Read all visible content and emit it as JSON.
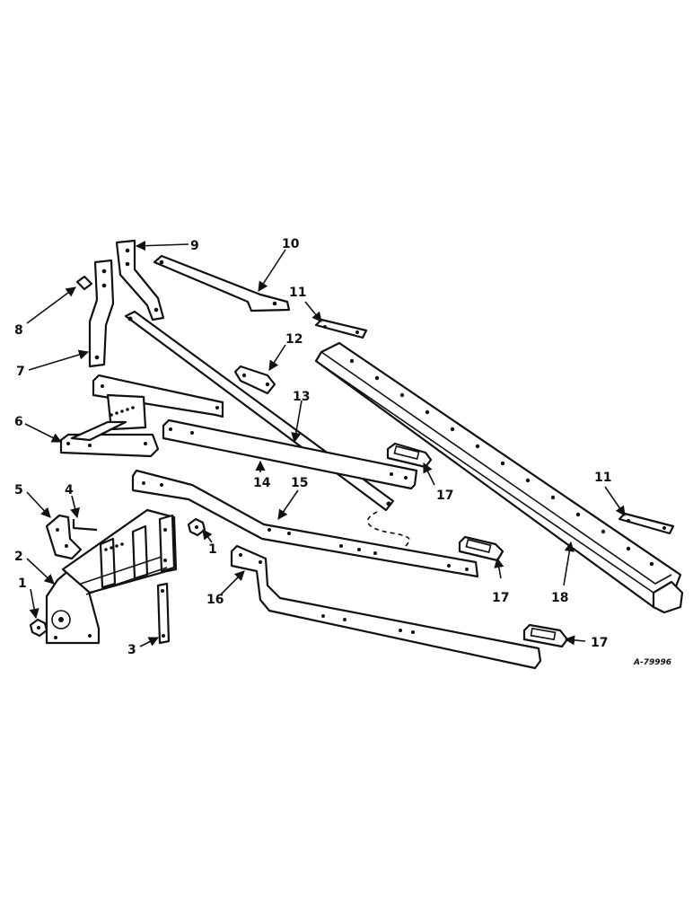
{
  "callouts": {
    "c1a": "1",
    "c1b": "1",
    "c2": "2",
    "c3": "3",
    "c4": "4",
    "c5": "5",
    "c6": "6",
    "c7": "7",
    "c8": "8",
    "c9": "9",
    "c10": "10",
    "c11a": "11",
    "c11b": "11",
    "c12": "12",
    "c13": "13",
    "c14": "14",
    "c15": "15",
    "c16": "16",
    "c17a": "17",
    "c17b": "17",
    "c17c": "17",
    "c18": "18"
  },
  "figure_id": "A-79996"
}
